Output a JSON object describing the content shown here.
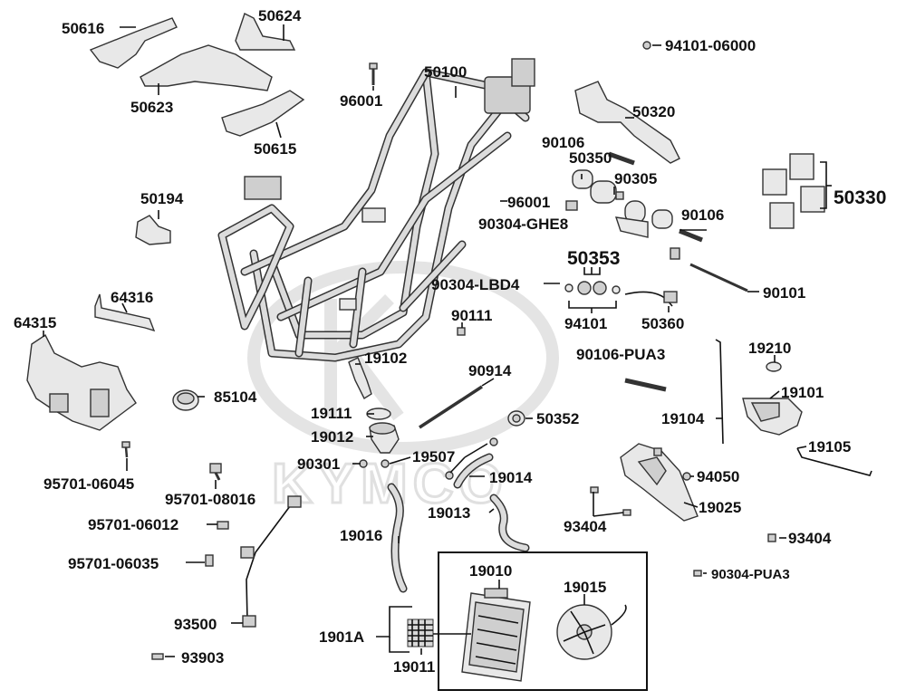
{
  "watermark": {
    "text": "KYMCO"
  },
  "parts": {
    "p50616": "50616",
    "p50624": "50624",
    "p50623": "50623",
    "p50615": "50615",
    "p96001a": "96001",
    "p50100": "50100",
    "p94101_06000": "94101-06000",
    "p50320": "50320",
    "p50194": "50194",
    "p90106a": "90106",
    "p50350": "50350",
    "p90305": "90305",
    "p50330": "50330",
    "p96001b": "96001",
    "p90304_ghe8": "90304-GHE8",
    "p90106b": "90106",
    "p64316": "64316",
    "p50353": "50353",
    "p90304_lbd4": "90304-LBD4",
    "p90101": "90101",
    "p64315": "64315",
    "p94101": "94101",
    "p50360": "50360",
    "p90111": "90111",
    "p90106_pua3": "90106-PUA3",
    "p19210": "19210",
    "p19102": "19102",
    "p90914": "90914",
    "p19101": "19101",
    "p85104": "85104",
    "p19111": "19111",
    "p50352": "50352",
    "p19104": "19104",
    "p19012": "19012",
    "p19105": "19105",
    "p90301": "90301",
    "p19507": "19507",
    "p95701_06045": "95701-06045",
    "p19014": "19014",
    "p94050": "94050",
    "p95701_08016": "95701-08016",
    "p19025": "19025",
    "p19013": "19013",
    "p95701_06012": "95701-06012",
    "p93404a": "93404",
    "p19016": "19016",
    "p93404b": "93404",
    "p95701_06035": "95701-06035",
    "p19010": "19010",
    "p19015": "19015",
    "p90304_pua3": "90304-PUA3",
    "p1901a": "1901A",
    "p93500": "93500",
    "p19011": "19011",
    "p93903": "93903"
  }
}
